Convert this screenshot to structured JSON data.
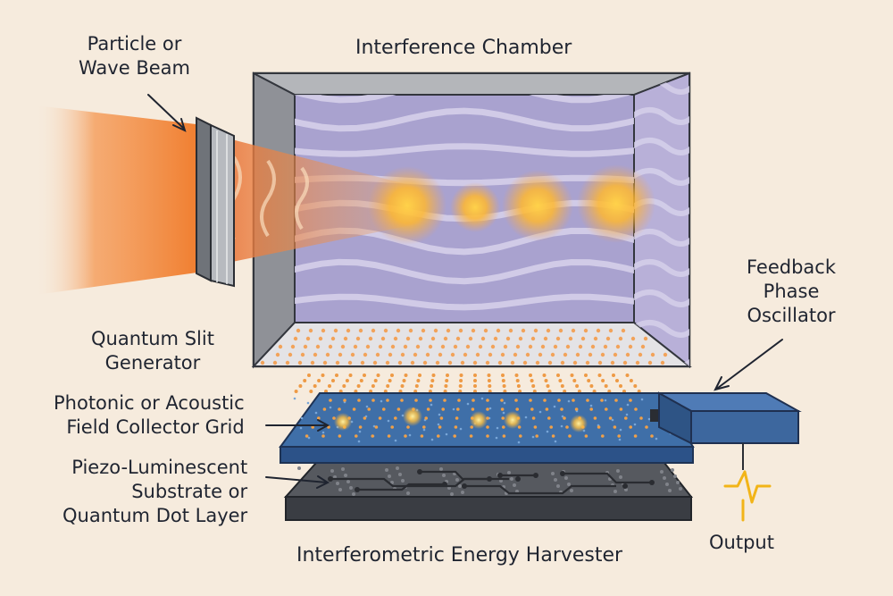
{
  "labels": {
    "beam": [
      "Particle or",
      "Wave Beam"
    ],
    "chamber": "Interference Chamber",
    "slit": [
      "Quantum Slit",
      "Generator"
    ],
    "collector": [
      "Photonic or Acoustic",
      "Field Collector Grid"
    ],
    "substrate": [
      "Piezo-Luminescent",
      "Substrate or",
      "Quantum Dot Layer"
    ],
    "harvester": "Interferometric Energy Harvester",
    "oscillator": [
      "Feedback",
      "Phase",
      "Oscillator"
    ],
    "output": "Output"
  },
  "icons": {
    "beam": "beam-cone",
    "slit": "slit-plate",
    "chamber": "interference-chamber-box",
    "collector": "collector-grid-plate",
    "substrate": "circuit-substrate-plate",
    "oscillator": "oscillator-box",
    "output": "output-waveform"
  },
  "colors": {
    "background": "#f6ebdd",
    "beam": "#f28a3a",
    "chamber_wall": "#8f9197",
    "chamber_back": "#a9a2cf",
    "glow": "#ffc23a",
    "collector": "#3f6fa8",
    "substrate": "#45484f",
    "oscillator": "#3d679e",
    "waveform": "#f2b418"
  }
}
